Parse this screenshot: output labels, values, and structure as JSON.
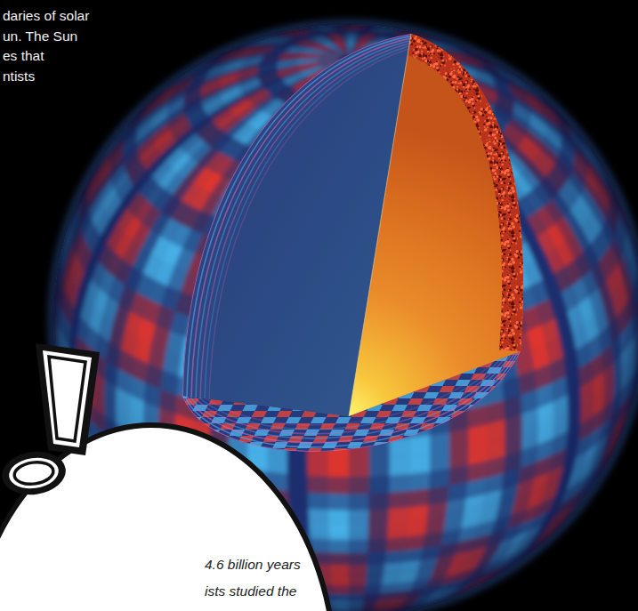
{
  "diagram": {
    "nodes": [
      {
        "text": [
          "4.6 billion years ists studied the"
        ]
      }
    ],
    "labels": [
      "daries of solar",
      "un. The Sun",
      "es that",
      "ntists"
    ]
  }
}
